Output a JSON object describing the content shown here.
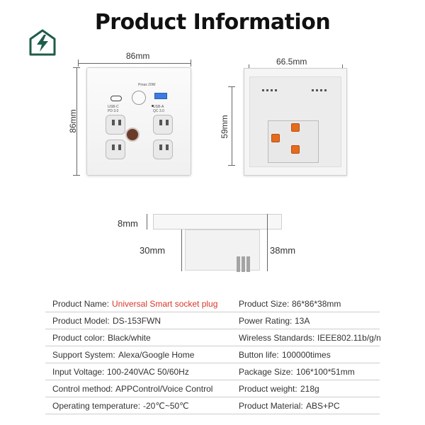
{
  "header": {
    "title": "Product Information"
  },
  "dimensions": {
    "front_width": "86mm",
    "front_height": "86mm",
    "back_width": "66.5mm",
    "back_height": "59mm",
    "side_thickness": "8mm",
    "side_depth": "30mm",
    "side_total": "38mm"
  },
  "front_labels": {
    "pmax": "Pmax 20W",
    "usbc_line1": "USB-C",
    "usbc_line2": "PD 3.0",
    "usba_line1": "USB-A",
    "usba_line2": "QC 3.0"
  },
  "specs": {
    "rows": [
      {
        "l_label": "Product Name:",
        "l_value": "Universal Smart socket plug",
        "r_label": "Product Size:",
        "r_value": "86*86*38mm"
      },
      {
        "l_label": "Product Model:",
        "l_value": "DS-153FWN",
        "r_label": "Power Rating:",
        "r_value": "13A"
      },
      {
        "l_label": "Product color:",
        "l_value": "Black/white",
        "r_label": "Wireless Standards:",
        "r_value": "IEEE802.11b/g/n"
      },
      {
        "l_label": "Support System:",
        "l_value": "Alexa/Google Home",
        "r_label": "Button life:",
        "r_value": "100000times"
      },
      {
        "l_label": "Input Voltage:",
        "l_value": "100-240VAC 50/60Hz",
        "r_label": "Package Size:",
        "r_value": "106*100*51mm"
      },
      {
        "l_label": "Control method:",
        "l_value": "APPControl/Voice Control",
        "r_label": "Product weight:",
        "r_value": "218g"
      },
      {
        "l_label": "Operating temperature:",
        "l_value": "-20℃~50℃",
        "r_label": "Product Material:",
        "r_value": "ABS+PC"
      }
    ]
  },
  "colors": {
    "accent": "#d8372a",
    "logo": "#1f5c4a",
    "usb_a": "#3b7de0",
    "terminal": "#e56b1f"
  },
  "icons": {
    "logo": "lightning-house-icon"
  }
}
